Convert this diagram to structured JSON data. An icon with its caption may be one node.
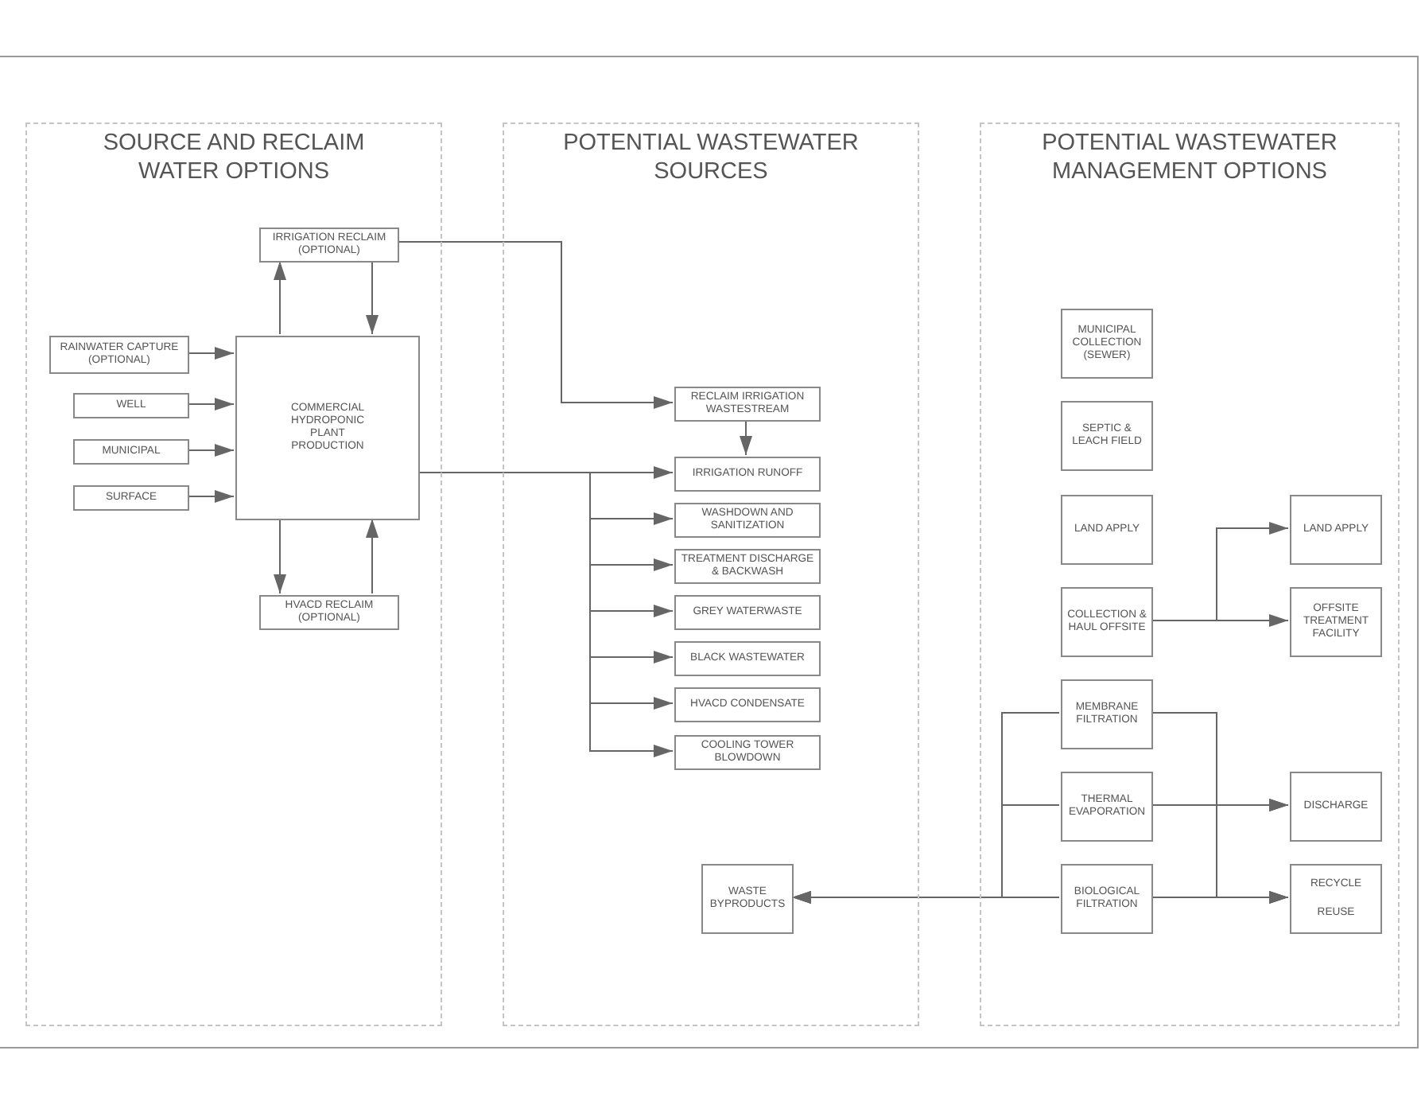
{
  "diagram": {
    "nodes": [
      {
        "text": [
          "SOURCE AND RECLAIM WATER OPTIONS"
        ]
      },
      {
        "text": [
          "IRRIGATION RECLAIM (OPTIONAL)"
        ],
        "in": 0
      },
      {
        "text": [
          "RAINWATER CAPTURE (OPTIONAL)"
        ],
        "in": 0
      },
      {
        "text": [
          "WELL"
        ],
        "in": 0
      },
      {
        "text": [
          "MUNICIPAL"
        ],
        "in": 0
      },
      {
        "text": [
          "SURFACE"
        ],
        "in": 0
      },
      {
        "text": [
          "COMMERCIAL HYDROPONIC PLANT PRODUCTION"
        ],
        "in": 0
      },
      {
        "text": [
          "HVACD RECLAIM (OPTIONAL)"
        ],
        "in": 0
      },
      {
        "text": [
          "POTENTIAL WASTEWATER SOURCES"
        ]
      },
      {
        "text": [
          "RECLAIM IRRIGATION WASTESTREAM"
        ],
        "in": 8
      },
      {
        "text": [
          "IRRIGATION RUNOFF"
        ],
        "in": 8
      },
      {
        "text": [
          "WASHDOWN AND SANITIZATION"
        ],
        "in": 8
      },
      {
        "text": [
          "TREATMENT DISCHARGE & BACKWASH"
        ],
        "in": 8
      },
      {
        "text": [
          "GREY WATERWASTE"
        ],
        "in": 8
      },
      {
        "text": [
          "BLACK WASTEWATER"
        ],
        "in": 8
      },
      {
        "text": [
          "HVACD CONDENSATE"
        ],
        "in": 8
      },
      {
        "text": [
          "COOLING TOWER BLOWDOWN"
        ],
        "in": 8
      },
      {
        "text": [
          "WASTE BYPRODUCTS"
        ],
        "in": 8
      },
      {
        "text": [
          "POTENTIAL WASTEWATER MANAGEMENT OPTIONS"
        ]
      },
      {
        "text": [
          "MUNICIPAL COLLECTION (SEWER)"
        ],
        "in": 18
      },
      {
        "text": [
          "SEPTIC & LEACH FIELD"
        ],
        "in": 18
      },
      {
        "text": [
          "LAND APPLY"
        ],
        "in": 18
      },
      {
        "text": [
          "COLLECTION & HAUL OFFSITE"
        ],
        "in": 18
      },
      {
        "text": [
          "LAND APPLY"
        ],
        "in": 18
      },
      {
        "text": [
          "OFFSITE TREATMENT FACILITY"
        ],
        "in": 18
      },
      {
        "text": [
          "MEMBRANE FILTRATION"
        ],
        "in": 18
      },
      {
        "text": [
          "THERMAL EVAPORATION"
        ],
        "in": 18
      },
      {
        "text": [
          "BIOLOGICAL FILTRATION"
        ],
        "in": 18
      },
      {
        "text": [
          "DISCHARGE"
        ],
        "in": 18
      },
      {
        "text": [
          "RECYCLE",
          "REUSE"
        ],
        "in": 18
      }
    ],
    "edges": [
      {
        "from": 6,
        "to": 1,
        "arrow": "to"
      },
      {
        "from": 1,
        "to": 6,
        "arrow": "to"
      },
      {
        "from": 2,
        "to": 6,
        "arrow": "to"
      },
      {
        "from": 3,
        "to": 6,
        "arrow": "to"
      },
      {
        "from": 4,
        "to": 6,
        "arrow": "to"
      },
      {
        "from": 5,
        "to": 6,
        "arrow": "to"
      },
      {
        "from": 6,
        "to": 7,
        "arrow": "to"
      },
      {
        "from": 7,
        "to": 6,
        "arrow": "to"
      },
      {
        "from": 1,
        "to": 9,
        "arrow": "to"
      },
      {
        "from": 9,
        "to": 10,
        "arrow": "to"
      },
      {
        "from": 6,
        "to": 10,
        "arrow": "to"
      },
      {
        "from": 6,
        "to": 11,
        "arrow": "to"
      },
      {
        "from": 6,
        "to": 12,
        "arrow": "to"
      },
      {
        "from": 6,
        "to": 13,
        "arrow": "to"
      },
      {
        "from": 6,
        "to": 14,
        "arrow": "to"
      },
      {
        "from": 6,
        "to": 15,
        "arrow": "to"
      },
      {
        "from": 6,
        "to": 16,
        "arrow": "to"
      },
      {
        "from": 22,
        "to": 23,
        "arrow": "to"
      },
      {
        "from": 22,
        "to": 24,
        "arrow": "to"
      },
      {
        "from": 25,
        "to": 17,
        "arrow": "to"
      },
      {
        "from": 26,
        "to": 17,
        "arrow": "to"
      },
      {
        "from": 27,
        "to": 17,
        "arrow": "to"
      },
      {
        "from": 25,
        "to": 28,
        "arrow": "to"
      },
      {
        "from": 25,
        "to": 29,
        "arrow": "to"
      },
      {
        "from": 26,
        "to": 28,
        "arrow": "to"
      },
      {
        "from": 26,
        "to": 29,
        "arrow": "to"
      },
      {
        "from": 27,
        "to": 28,
        "arrow": "to"
      },
      {
        "from": 27,
        "to": 29,
        "arrow": "to"
      }
    ]
  }
}
